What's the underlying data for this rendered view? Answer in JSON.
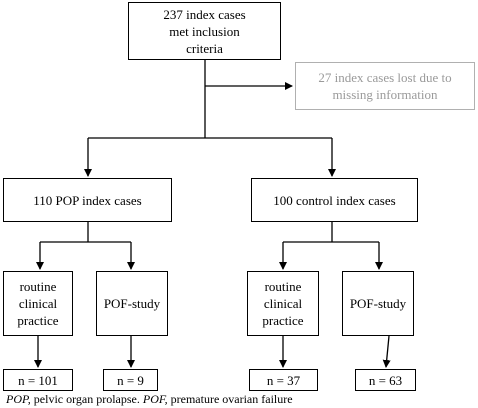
{
  "flowchart": {
    "top": "237 index cases\nmet inclusion\ncriteria",
    "lost": "27 index cases lost due to\nmissing information",
    "pop": "110 POP index cases",
    "control": "100 control index cases",
    "pop_routine": "routine\nclinical\npractice",
    "pop_pof": "POF-study",
    "ctrl_routine": "routine\nclinical\npractice",
    "ctrl_pof": "POF-study",
    "n_pop_routine": "n = 101",
    "n_pop_pof": "n = 9",
    "n_ctrl_routine": "n = 37",
    "n_ctrl_pof": "n = 63"
  },
  "caption": {
    "abbr1": "POP,",
    "def1": " pelvic organ prolapse. ",
    "abbr2": "POF,",
    "def2": " premature ovarian failure"
  },
  "colors": {
    "line": "#000000",
    "lost_box": "#b0b0b0",
    "lost_text": "#9a9a9a"
  }
}
